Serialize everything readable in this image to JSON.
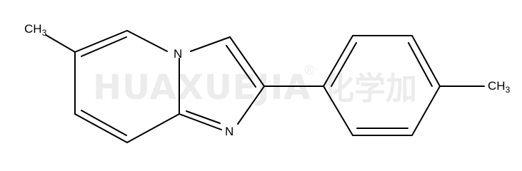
{
  "watermark": {
    "brand": "HUAXUEJIA",
    "registered_mark": "®",
    "chinese": "化学加"
  },
  "molecule": {
    "labels": {
      "methyl_left_c": "CH",
      "methyl_left_sub": "3",
      "methyl_right_c": "CH",
      "methyl_right_sub": "3",
      "n_bridge": "N",
      "n_imine": "N"
    }
  },
  "colors": {
    "bond": "#000000",
    "watermark": "#ececec",
    "background": "#ffffff"
  }
}
